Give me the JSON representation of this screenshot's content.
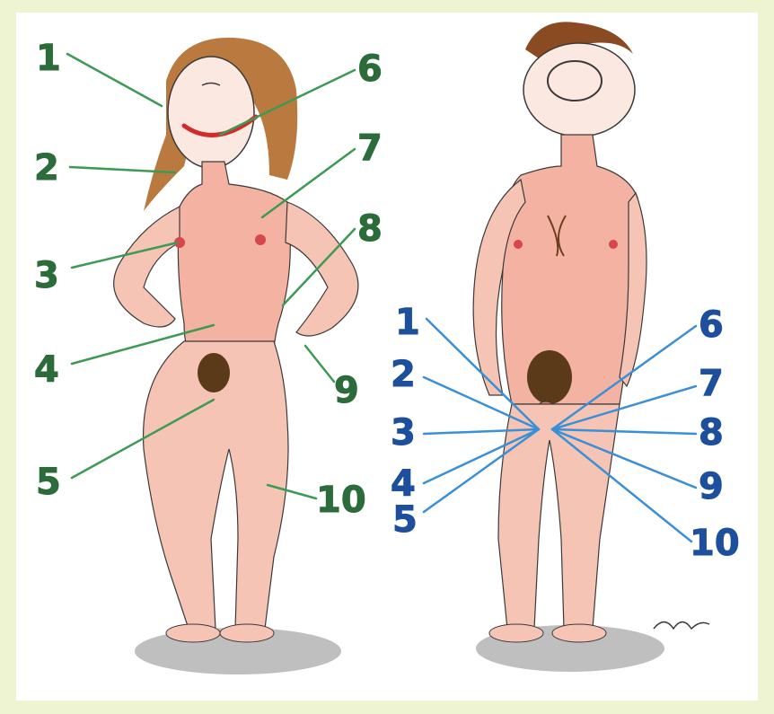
{
  "colors": {
    "background": "#eef3d2",
    "panel": "#ffffff",
    "green_label": "#2c6b3a",
    "green_line": "#3d9a55",
    "blue_label": "#1d4f9c",
    "blue_line": "#3a8fd6",
    "skin": "#f4b3a2",
    "skin_shadow": "#ea8a7a",
    "hair_female": "#b36a2a",
    "hair_male": "#8a4a22",
    "outline": "#3a3a3a",
    "shadow": "#8a8a8a"
  },
  "female_labels": [
    "1",
    "2",
    "3",
    "4",
    "5",
    "6",
    "7",
    "8",
    "9",
    "10"
  ],
  "male_labels": [
    "1",
    "2",
    "3",
    "4",
    "5",
    "6",
    "7",
    "8",
    "9",
    "10"
  ]
}
